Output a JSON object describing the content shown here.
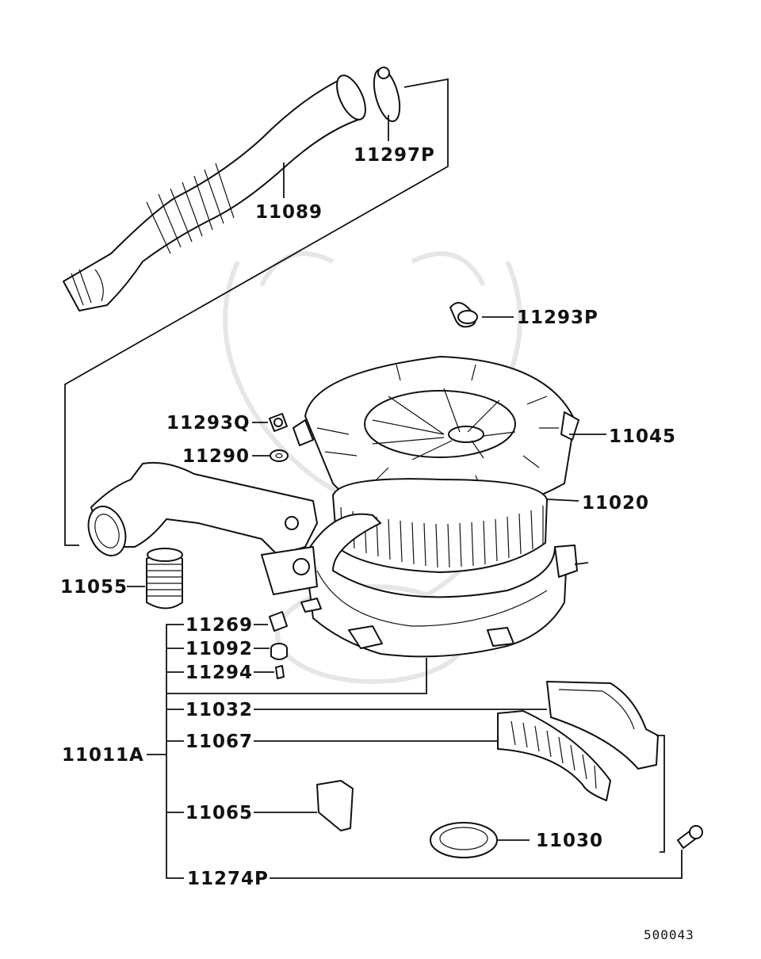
{
  "parts": {
    "p11297P": "11297P",
    "p11089": "11089",
    "p11293P": "11293P",
    "p11293Q": "11293Q",
    "p11045": "11045",
    "p11290": "11290",
    "p11020": "11020",
    "p11055": "11055",
    "p11269": "11269",
    "p11092": "11092",
    "p11294": "11294",
    "p11032": "11032",
    "p11011A": "11011A",
    "p11067": "11067",
    "p11065": "11065",
    "p11030": "11030",
    "p11274P": "11274P"
  },
  "diagram_code": "500043"
}
